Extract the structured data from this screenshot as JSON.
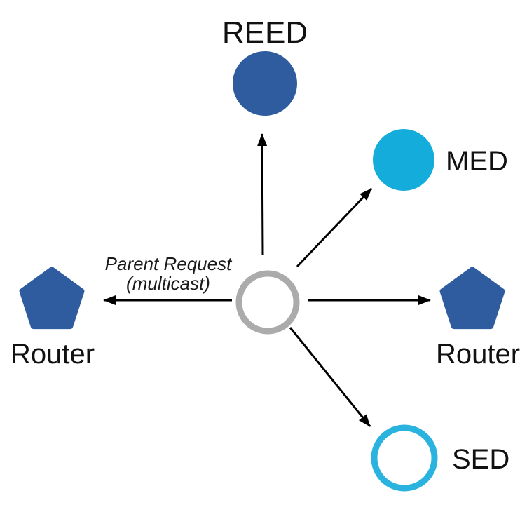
{
  "diagram": {
    "annotation": {
      "line1": "Parent Request",
      "line2": "(multicast)"
    },
    "nodes": {
      "reed": {
        "label": "REED",
        "shape": "filled-circle"
      },
      "med": {
        "label": "MED",
        "shape": "filled-circle"
      },
      "sed": {
        "label": "SED",
        "shape": "outlined-circle"
      },
      "router_left": {
        "label": "Router",
        "shape": "pentagon"
      },
      "router_right": {
        "label": "Router",
        "shape": "pentagon"
      },
      "center": {
        "label": "",
        "shape": "outlined-circle"
      }
    },
    "colors": {
      "router_reed_blue": "#2E5C9F",
      "med_cyan": "#14ADDB",
      "sed_cyan": "#2BB3E0",
      "center_gray": "#ABABAB",
      "arrow_black": "#000000",
      "background": "#FFFFFF"
    }
  }
}
